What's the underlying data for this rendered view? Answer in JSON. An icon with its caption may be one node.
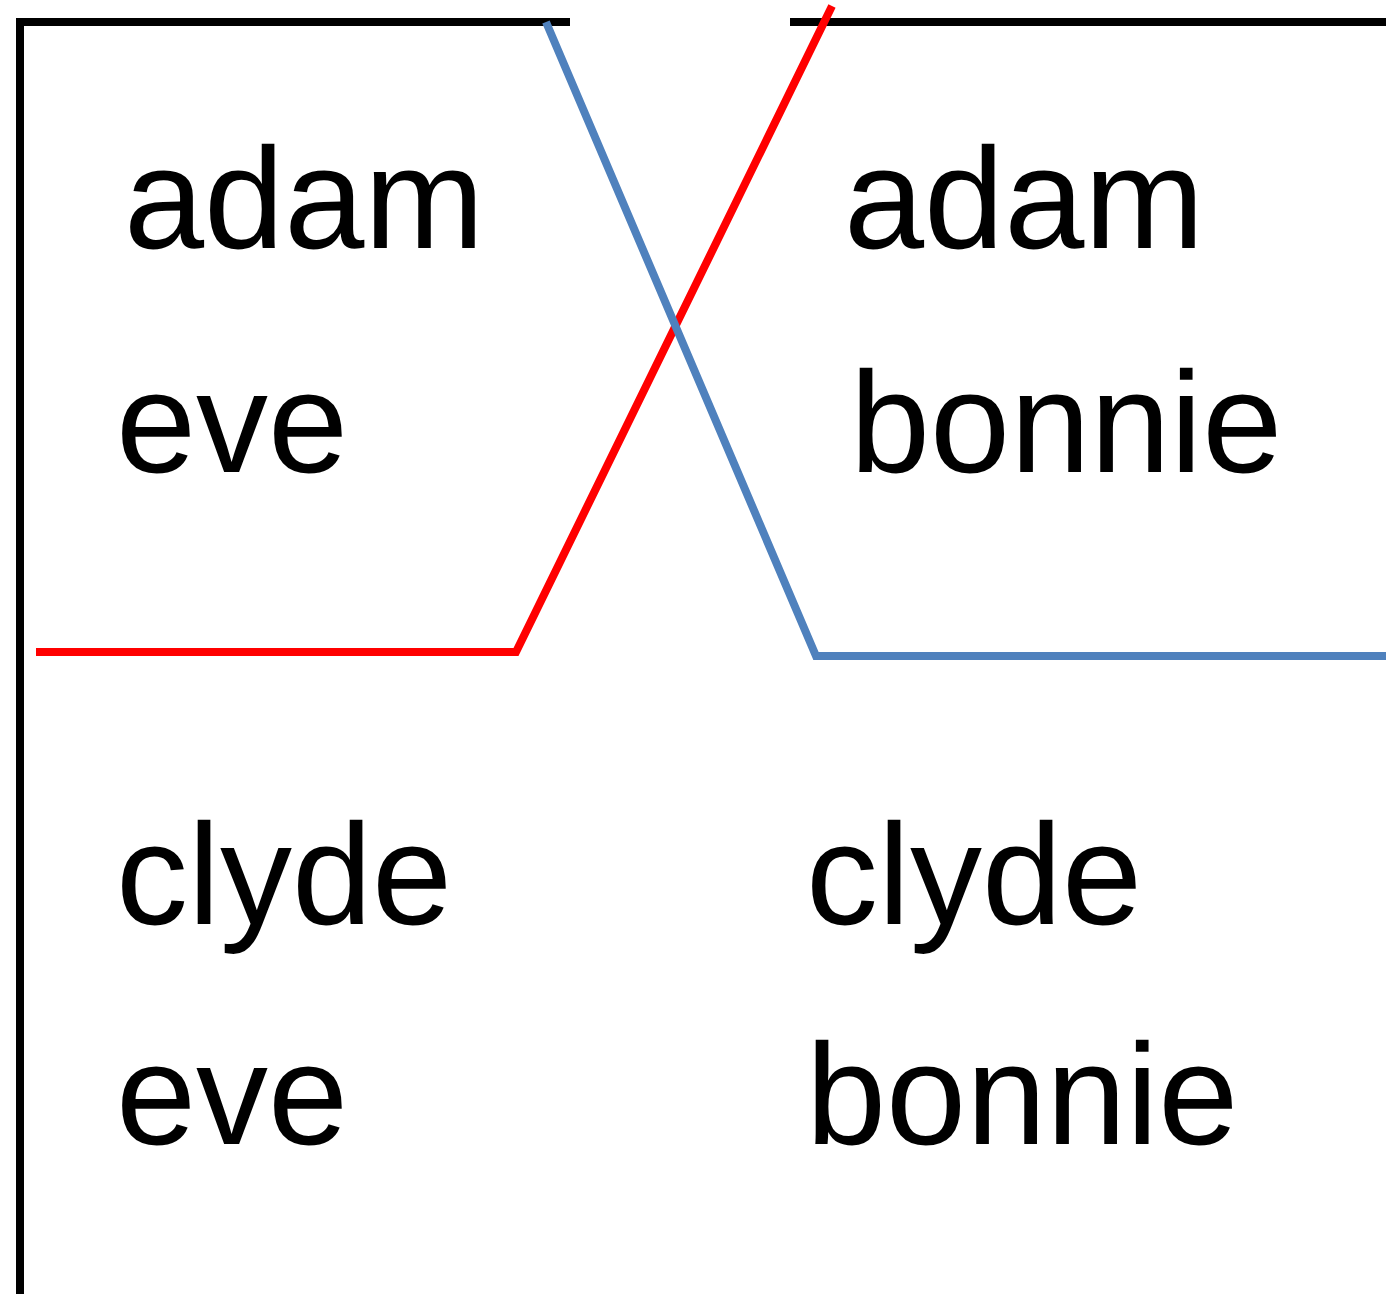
{
  "diagram": {
    "labels": [
      "adam",
      "adam",
      "eve",
      "bonnie",
      "clyde",
      "clyde",
      "eve",
      "bonnie"
    ]
  }
}
